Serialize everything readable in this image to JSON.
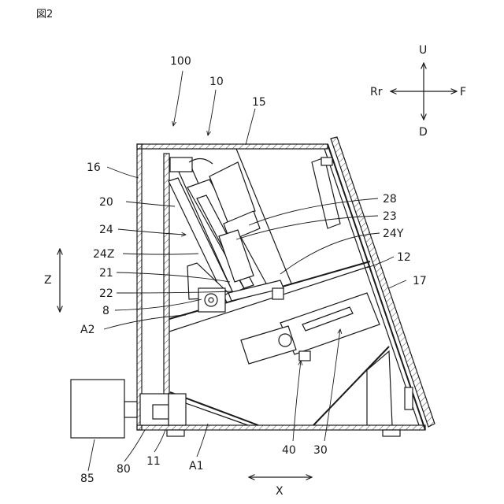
{
  "figure_title": "図2",
  "directions": {
    "up": "U",
    "down": "D",
    "rear": "Rr",
    "front": "F",
    "vertical": "Z",
    "horizontal": "X"
  },
  "labels": {
    "l100": "100",
    "l10": "10",
    "l15": "15",
    "l16": "16",
    "l20": "20",
    "l24": "24",
    "l24z": "24Z",
    "l21": "21",
    "l22": "22",
    "l8": "8",
    "la2": "A2",
    "l28": "28",
    "l23": "23",
    "l24y": "24Y",
    "l12": "12",
    "l17": "17",
    "l85": "85",
    "l80": "80",
    "l11": "11",
    "la1": "A1",
    "l40": "40",
    "l30": "30"
  }
}
